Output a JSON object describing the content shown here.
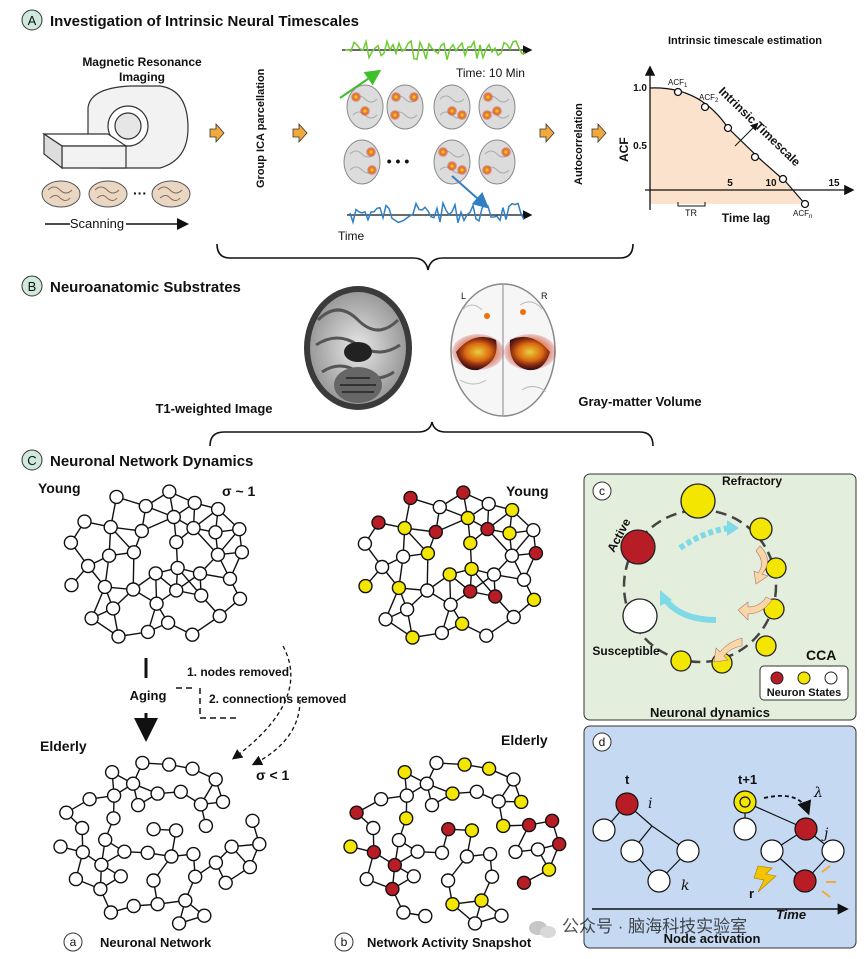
{
  "panel_a": {
    "letter": "A",
    "title": "Investigation of Intrinsic Neural Timescales",
    "mri_title_1": "Magnetic Resonance",
    "mri_title_2": "Imaging",
    "scanning": "Scanning",
    "dots": "···",
    "group_ica": "Group ICA parcellation",
    "time_10min": "Time: 10 Min",
    "time": "Time",
    "ellipsis": "• • •",
    "autocorrelation": "Autocorrelation",
    "acf_title": "Intrinsic timescale estimation",
    "acf_axis": "ACF",
    "y_1": "1.0",
    "y_05": "0.5",
    "x_5": "5",
    "x_10": "10",
    "x_15": "15",
    "tr": "TR",
    "time_lag": "Time lag",
    "ist": "Intrinsic Timescale",
    "acf1": "ACF",
    "acf1_sub": "1",
    "acf2": "ACF",
    "acf2_sub": "2",
    "acfn": "ACF",
    "acfn_sub": "n"
  },
  "panel_b": {
    "letter": "B",
    "title": "Neuroanatomic Substrates",
    "t1": "T1-weighted Image",
    "gmv": "Gray-matter Volume",
    "l": "L",
    "r": "R"
  },
  "panel_c": {
    "letter": "C",
    "title": "Neuronal Network Dynamics",
    "young": "Young",
    "sigma_young": "σ ~ 1",
    "young_right": "Young",
    "elderly": "Elderly",
    "sigma_elderly": "σ < 1",
    "elderly_right": "Elderly",
    "aging": "Aging",
    "nodes_removed": "1. nodes removed",
    "conn_removed": "2. connections removed",
    "sub_a_letter": "a",
    "sub_a": "Neuronal Network",
    "sub_b_letter": "b",
    "sub_b": "Network Activity Snapshot"
  },
  "panel_c_small": {
    "letter": "c",
    "refractory": "Refractory",
    "active": "Active",
    "susceptible": "Susceptible",
    "cca": "CCA",
    "neuron_states": "Neuron States",
    "caption": "Neuronal dynamics"
  },
  "panel_d": {
    "letter": "d",
    "t": "t",
    "t1": "t+1",
    "i": "i",
    "j": "j",
    "k": "k",
    "lambda": "λ",
    "r": "r",
    "time": "Time",
    "caption": "Node activation",
    "watermark": "公众号 · 脑海科技实验室"
  },
  "colors": {
    "active": "#b81c24",
    "refractory": "#f3e600",
    "susceptible": "#ffffff",
    "panel_c_bg": "#e3efdc",
    "panel_d_bg": "#c6d9f2",
    "acf_fill": "#fbe2cc",
    "arrow_orange": "#f2a93b",
    "signal_green": "#6ccd2f",
    "signal_blue": "#2f7fc4"
  }
}
